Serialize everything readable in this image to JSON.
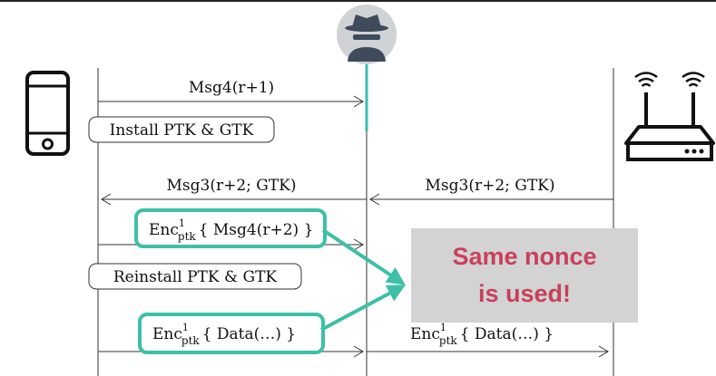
{
  "messages": {
    "msg4": "Msg4(r+1)",
    "install": "Install PTK & GTK",
    "msg3_left": "Msg3(r+2; GTK)",
    "msg3_right": "Msg3(r+2; GTK)",
    "enc_msg4": {
      "base": "Enc",
      "sup": "1",
      "sub": "ptk",
      "body": "{ Msg4(r+2) }"
    },
    "reinstall": "Reinstall PTK & GTK",
    "enc_data_left": {
      "base": "Enc",
      "sup": "1",
      "sub": "ptk",
      "body": "{ Data(…) }"
    },
    "enc_data_right": {
      "base": "Enc",
      "sup": "1",
      "sub": "ptk",
      "body": "{ Data(…) }"
    }
  },
  "callout": {
    "line1": "Same nonce",
    "line2": "is used!"
  },
  "icons": {
    "client": "smartphone-icon",
    "attacker": "spy-icon",
    "access_point": "router-icon"
  },
  "colors": {
    "highlight": "#3dbfa8",
    "callout_bg": "#d3d3d3",
    "callout_text": "#c8405a",
    "attacker_circle": "#cfd3d6",
    "attacker_figure": "#3e4b5a"
  }
}
